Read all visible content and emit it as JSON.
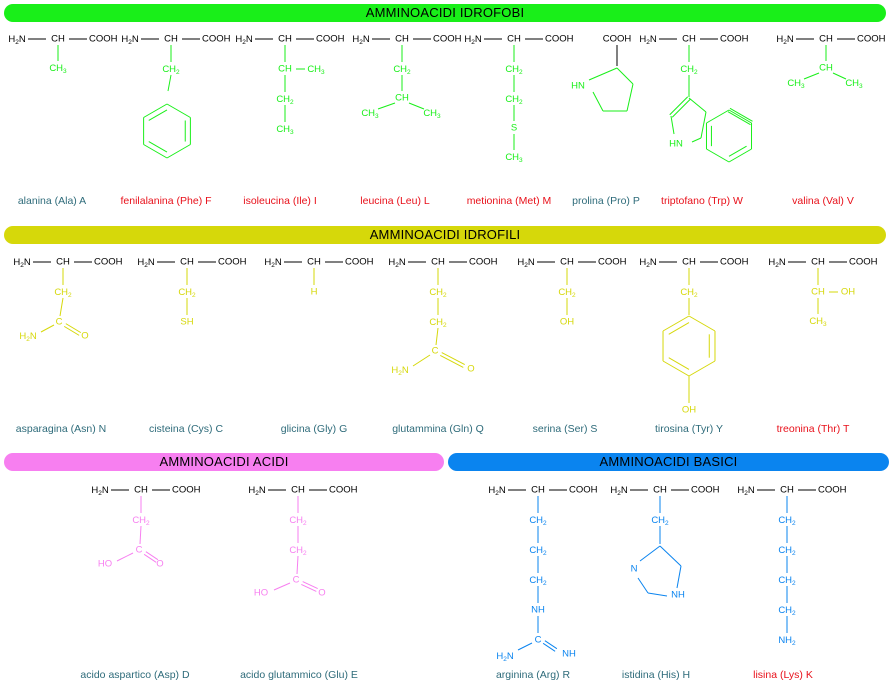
{
  "sections": {
    "hydrophobic": {
      "title": "AMMINOACIDI IDROFOBI",
      "color": "#19ef19"
    },
    "hydrophilic": {
      "title": "AMMINOACIDI IDROFILI",
      "color": "#d6d80a"
    },
    "acid": {
      "title": "AMMINOACIDI ACIDI",
      "color": "#f77ff0"
    },
    "basic": {
      "title": "AMMINOACIDI BASICI",
      "color": "#0a84ef"
    }
  },
  "label_colors": {
    "normal": "#2e6b7a",
    "essential": "#e8101a"
  },
  "backbone_label": "COOH",
  "amino_acids": [
    {
      "id": "ala",
      "name": "alanina (Ala) A",
      "essential": false
    },
    {
      "id": "phe",
      "name": "fenilalanina (Phe) F",
      "essential": true
    },
    {
      "id": "ile",
      "name": "isoleucina (Ile) I",
      "essential": true
    },
    {
      "id": "leu",
      "name": "leucina (Leu) L",
      "essential": true
    },
    {
      "id": "met",
      "name": "metionina (Met) M",
      "essential": true
    },
    {
      "id": "pro",
      "name": "prolina (Pro) P",
      "essential": false
    },
    {
      "id": "trp",
      "name": "triptofano (Trp) W",
      "essential": true
    },
    {
      "id": "val",
      "name": "valina (Val) V",
      "essential": true
    },
    {
      "id": "asn",
      "name": "asparagina (Asn) N",
      "essential": false
    },
    {
      "id": "cys",
      "name": "cisteina (Cys) C",
      "essential": false
    },
    {
      "id": "gly",
      "name": "glicina (Gly) G",
      "essential": false
    },
    {
      "id": "gln",
      "name": "glutammina (Gln) Q",
      "essential": false
    },
    {
      "id": "ser",
      "name": "serina (Ser) S",
      "essential": false
    },
    {
      "id": "tyr",
      "name": "tirosina (Tyr) Y",
      "essential": false
    },
    {
      "id": "thr",
      "name": "treonina (Thr) T",
      "essential": true
    },
    {
      "id": "asp",
      "name": "acido aspartico (Asp) D",
      "essential": false
    },
    {
      "id": "glu",
      "name": "acido glutammico (Glu) E",
      "essential": false
    },
    {
      "id": "arg",
      "name": "arginina (Arg) R",
      "essential": false
    },
    {
      "id": "his",
      "name": "istidina (His) H",
      "essential": false
    },
    {
      "id": "lys",
      "name": "lisina (Lys) K",
      "essential": true
    }
  ]
}
